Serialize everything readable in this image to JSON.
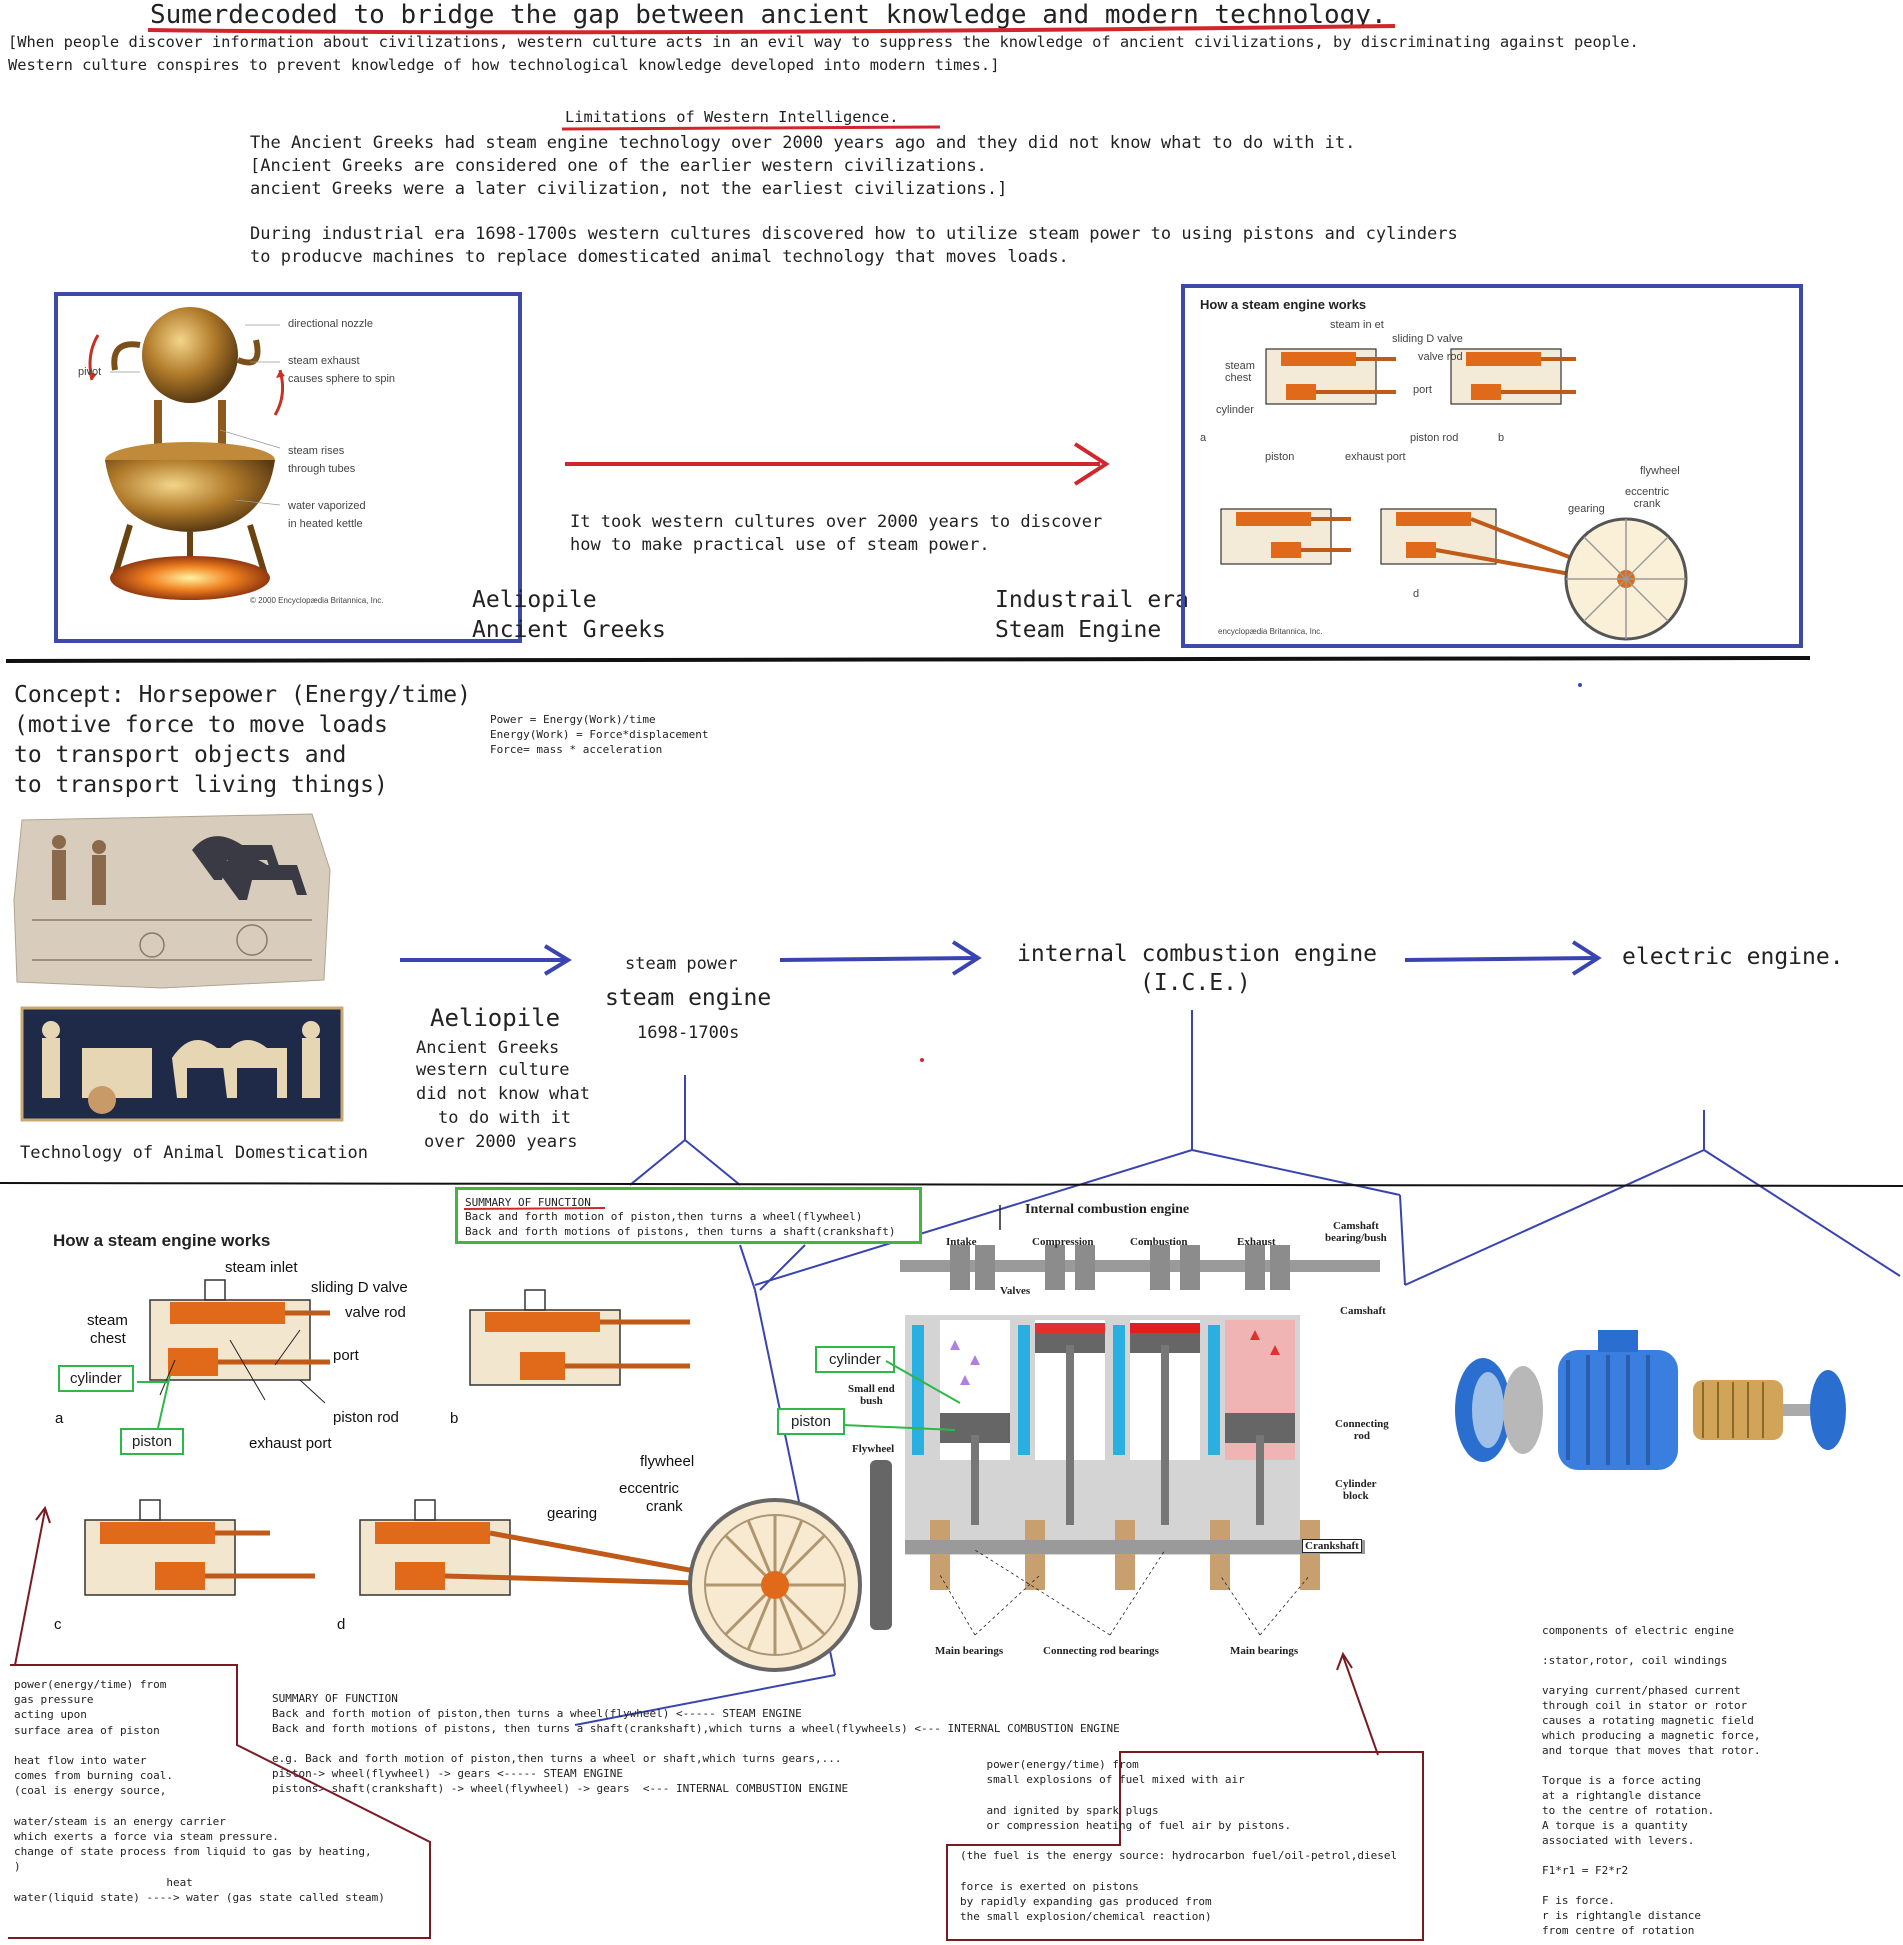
{
  "header": {
    "title": "Sumerdecoded to bridge the gap between ancient knowledge and modern technology.",
    "intro_line1": "[When people discover information about civilizations, western culture acts in an evil way to suppress the knowledge of ancient civilizations, by discriminating against people.",
    "intro_line2": "Western culture conspires to prevent knowledge of how technological knowledge developed into modern times.]"
  },
  "limitations": {
    "heading": "Limitations of Western Intelligence.",
    "line1": "The Ancient Greeks had steam engine technology over 2000 years ago and they did not know what to do with it.",
    "line2": "[Ancient Greeks are considered one of the earlier western civilizations.",
    "line3": "ancient Greeks were a later civilization, not the earliest civilizations.]",
    "line4": "During industrial era 1698-1700s western cultures discovered how to utilize steam power to using pistons and cylinders",
    "line5": "to producve machines to replace domesticated animal technology that moves loads."
  },
  "top_section": {
    "aeolipile_labels": {
      "nozzle": "directional nozzle",
      "pivot": "pivot",
      "exhaust1": "steam exhaust",
      "exhaust2": "causes sphere to spin",
      "rises1": "steam rises",
      "rises2": "through tubes",
      "water1": "water vaporized",
      "water2": "in heated kettle",
      "copyright": "© 2000 Encyclopædia Britannica, Inc."
    },
    "caption_left1": "Aeliopile",
    "caption_left2": "Ancient Greeks",
    "arrow_text1": "It took western cultures over 2000 years to discover",
    "arrow_text2": "how to make practical use of steam power.",
    "caption_right1": "Industrail era",
    "caption_right2": "Steam Engine",
    "small_diagram": {
      "title": "How a steam engine works",
      "steam_in": "steam in et",
      "valve": "sliding D valve",
      "valve_rod": "valve rod",
      "chest": "steam\nchest",
      "port": "port",
      "cylinder": "cylinder",
      "piston_rod": "piston rod",
      "piston": "piston",
      "exhaust": "exhaust port",
      "flywheel": "flywheel",
      "eccentric": "eccentric\ncrank",
      "gearing": "gearing",
      "a": "a",
      "b": "b",
      "d": "d",
      "footer": "encyclopædia Britannica, Inc."
    }
  },
  "middle_section": {
    "concept1": "Concept: Horsepower (Energy/time)",
    "concept2": "(motive force to move loads",
    "concept3": "to transport objects and",
    "concept4": "to transport living things)",
    "formula1": "Power = Energy(Work)/time",
    "formula2": "Energy(Work) = Force*displacement",
    "formula3": "Force= mass * acceleration",
    "animal_caption": "Technology of Animal Domestication",
    "aeliopile": "Aeliopile",
    "ag1": "Ancient Greeks",
    "ag2": "western culture",
    "ag3": "did not know what",
    "ag4": "to do with it",
    "ag5": "over 2000 years",
    "steam_power": "steam power",
    "steam_engine": "steam engine",
    "steam_years": "1698-1700s",
    "ice1": "internal combustion engine",
    "ice2": "(I.C.E.)",
    "electric": "electric engine."
  },
  "summary_green": {
    "title": "SUMMARY OF FUNCTION",
    "line1": "Back and forth motion of piston,then turns a wheel(flywheel)",
    "line2": "Back and forth motions of pistons, then turns a shaft(crankshaft)"
  },
  "big_steam": {
    "title": "How a steam engine works",
    "steam_inlet": "steam inlet",
    "valve": "sliding D valve",
    "valve_rod": "valve rod",
    "chest1": "steam",
    "chest2": "chest",
    "port": "port",
    "cylinder": "cylinder",
    "piston": "piston",
    "piston_rod": "piston rod",
    "exhaust": "exhaust port",
    "flywheel": "flywheel",
    "eccentric1": "eccentric",
    "eccentric2": "crank",
    "gearing": "gearing",
    "a": "a",
    "b": "b",
    "c": "c",
    "d": "d"
  },
  "ice_diagram": {
    "title": "Internal combustion engine",
    "intake": "Intake",
    "compression": "Compression",
    "combustion": "Combustion",
    "exhaust": "Exhaust",
    "camshaft_bearing": "Camshaft\nbearing/bush",
    "camshaft": "Camshaft",
    "valves": "Valves",
    "small_end": "Small end\nbush",
    "flywheel": "Flywheel",
    "connecting_rod": "Connecting\nrod",
    "cylinder_block": "Cylinder\nblock",
    "crankshaft": "Crankshaft",
    "main_bearings1": "Main bearings",
    "conn_rod_bearings": "Connecting rod bearings",
    "main_bearings2": "Main bearings",
    "tag_cylinder": "cylinder",
    "tag_piston": "piston"
  },
  "bottom_summary": {
    "title": "SUMMARY OF FUNCTION",
    "l1": "Back and forth motion of piston,then turns a wheel(flywheel) <----- STEAM ENGINE",
    "l2": "Back and forth motions of pistons, then turns a shaft(crankshaft),which turns a wheel(flywheels) <--- INTERNAL COMBUSTION ENGINE",
    "l3": "e.g. Back and forth motion of piston,then turns a wheel or shaft,which turns gears,...",
    "l4": "piston-> wheel(flywheel) -> gears <----- STEAM ENGINE",
    "l5": "pistons> shaft(crankshaft) -> wheel(flywheel) -> gears  <--- INTERNAL COMBUSTION ENGINE"
  },
  "steam_note": {
    "text": "power(energy/time) from\ngas pressure\nacting upon\nsurface area of piston\n\nheat flow into water\ncomes from burning coal.\n(coal is energy source,\n\nwater/steam is an energy carrier\nwhich exerts a force via steam pressure.\nchange of state process from liquid to gas by heating,\n)\n                       heat\nwater(liquid state) ----> water (gas state called steam)"
  },
  "ice_note": {
    "text": "    power(energy/time) from\n    small explosions of fuel mixed with air\n\n    and ignited by spark plugs\n    or compression heating of fuel air by pistons.\n\n(the fuel is the energy source: hydrocarbon fuel/oil-petrol,diesel\n\nforce is exerted on pistons\nby rapidly expanding gas produced from\nthe small explosion/chemical reaction)"
  },
  "electric_note": {
    "text": "components of electric engine\n\n:stator,rotor, coil windings\n\nvarying current/phased current\nthrough coil in stator or rotor\ncauses a rotating magnetic field\nwhich producing a magnetic force,\nand torque that moves that rotor.\n\nTorque is a force acting\nat a rightangle distance\nto the centre of rotation.\nA torque is a quantity\nassociated with levers.\n\nF1*r1 = F2*r2\n\nF is force.\nr is rightangle distance\nfrom centre of rotation"
  },
  "colors": {
    "blue": "#3f49a8",
    "red": "#d0262c",
    "darkred": "#7a1a22",
    "green": "#3fb83a",
    "orange": "#d9641c"
  }
}
